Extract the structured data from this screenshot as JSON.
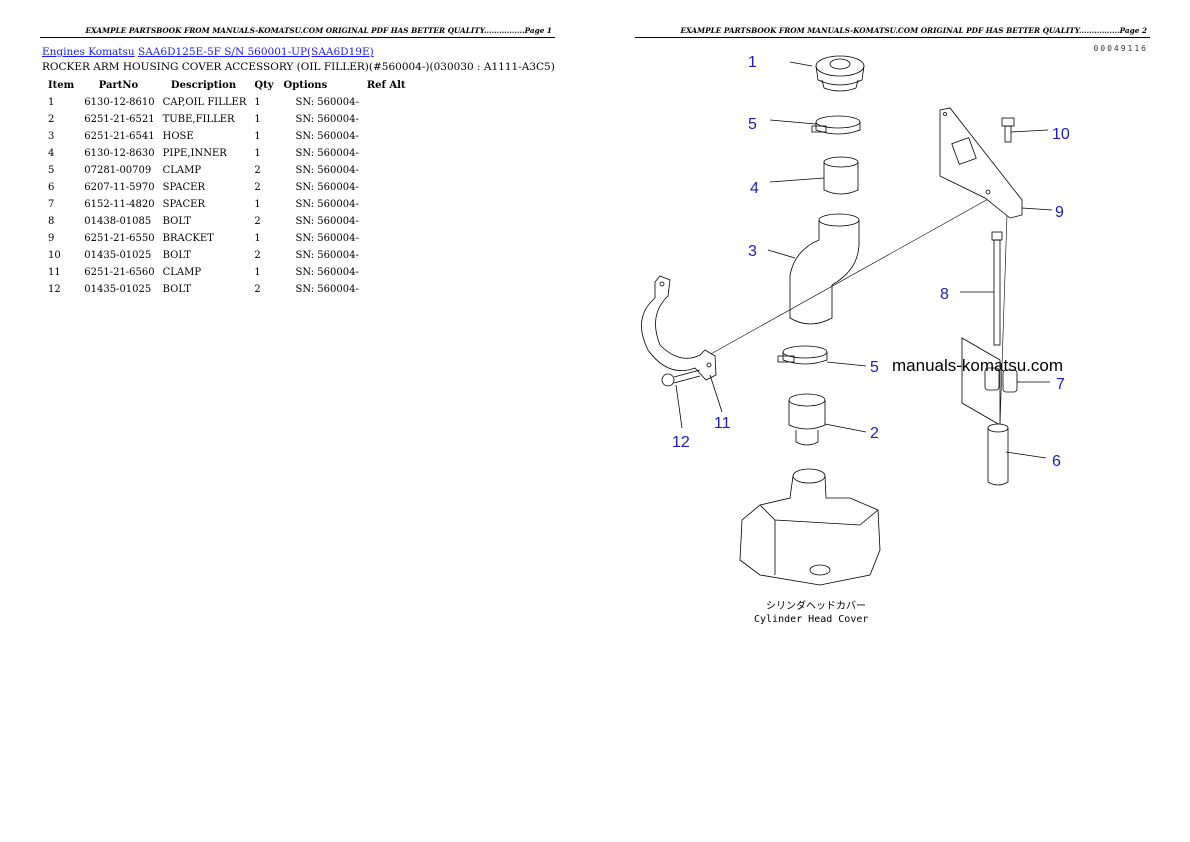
{
  "page1": {
    "header": "EXAMPLE PARTSBOOK FROM MANUALS-KOMATSU.COM ORIGINAL PDF HAS BETTER QUALITY................Page 1",
    "breadcrumb": {
      "link1": "Engines Komatsu",
      "link2": "SAA6D125E-5F S/N 560001-UP(SAA6D19E)"
    },
    "subtitle": "ROCKER ARM HOUSING COVER ACCESSORY (OIL FILLER)(#560004-)(030030 : A1111-A3C5)",
    "table": {
      "headers": [
        "Item",
        "PartNo",
        "Description",
        "Qty",
        "Options",
        "Ref Alt"
      ],
      "rows": [
        {
          "item": "1",
          "part": "6130-12-8610",
          "desc": "CAP,OIL FILLER",
          "qty": "1",
          "opt": "SN: 560004-",
          "ref": ""
        },
        {
          "item": "2",
          "part": "6251-21-6521",
          "desc": "TUBE,FILLER",
          "qty": "1",
          "opt": "SN: 560004-",
          "ref": ""
        },
        {
          "item": "3",
          "part": "6251-21-6541",
          "desc": "HOSE",
          "qty": "1",
          "opt": "SN: 560004-",
          "ref": ""
        },
        {
          "item": "4",
          "part": "6130-12-8630",
          "desc": "PIPE,INNER",
          "qty": "1",
          "opt": "SN: 560004-",
          "ref": ""
        },
        {
          "item": "5",
          "part": "07281-00709",
          "desc": "CLAMP",
          "qty": "2",
          "opt": "SN: 560004-",
          "ref": ""
        },
        {
          "item": "6",
          "part": "6207-11-5970",
          "desc": "SPACER",
          "qty": "2",
          "opt": "SN: 560004-",
          "ref": ""
        },
        {
          "item": "7",
          "part": "6152-11-4820",
          "desc": "SPACER",
          "qty": "1",
          "opt": "SN: 560004-",
          "ref": ""
        },
        {
          "item": "8",
          "part": "01438-01085",
          "desc": "BOLT",
          "qty": "2",
          "opt": "SN: 560004-",
          "ref": ""
        },
        {
          "item": "9",
          "part": "6251-21-6550",
          "desc": "BRACKET",
          "qty": "1",
          "opt": "SN: 560004-",
          "ref": ""
        },
        {
          "item": "10",
          "part": "01435-01025",
          "desc": "BOLT",
          "qty": "2",
          "opt": "SN: 560004-",
          "ref": ""
        },
        {
          "item": "11",
          "part": "6251-21-6560",
          "desc": "CLAMP",
          "qty": "1",
          "opt": "SN: 560004-",
          "ref": ""
        },
        {
          "item": "12",
          "part": "01435-01025",
          "desc": "BOLT",
          "qty": "2",
          "opt": "SN: 560004-",
          "ref": ""
        }
      ]
    }
  },
  "page2": {
    "header": "EXAMPLE PARTSBOOK FROM MANUALS-KOMATSU.COM ORIGINAL PDF HAS BETTER QUALITY................Page 2",
    "doc_id": "00049116",
    "watermark": "manuals-komatsu.com",
    "caption_jp": "シリンダヘッドカバー",
    "caption_en": "Cylinder Head Cover",
    "callouts": [
      "1",
      "5",
      "4",
      "3",
      "12",
      "11",
      "5",
      "2",
      "10",
      "9",
      "8",
      "7",
      "6"
    ]
  },
  "colors": {
    "link": "#1a1aff",
    "callout": "#1a1acc"
  }
}
